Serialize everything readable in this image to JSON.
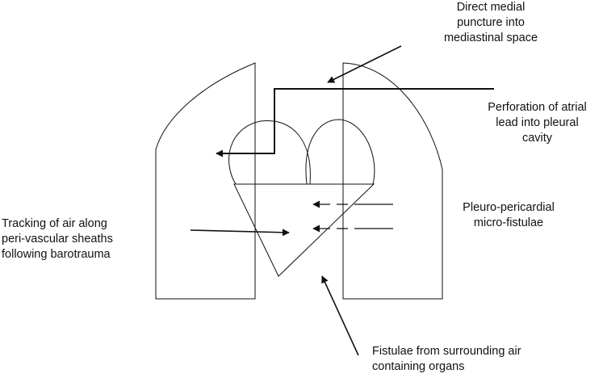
{
  "labels": {
    "direct_medial": [
      "Direct medial",
      "puncture into",
      "mediastinal space"
    ],
    "atrial_lead": [
      "Perforation of atrial",
      "lead into pleural",
      "cavity"
    ],
    "pleuro_pericardial": [
      "Pleuro-pericardial",
      "micro-fistulae"
    ],
    "tracking_air": [
      "Tracking of air along",
      "peri-vascular sheaths",
      "following barotrauma"
    ],
    "fistulae_organs": [
      "Fistulae from surrounding air",
      "containing organs"
    ]
  },
  "colors": {
    "stroke": "#111111",
    "text": "#111111",
    "background": "#ffffff"
  }
}
